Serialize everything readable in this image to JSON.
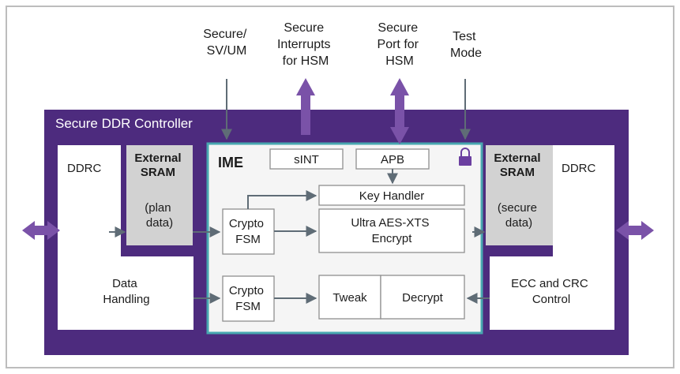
{
  "colors": {
    "controller_purple": "#4d2b7e",
    "arrow_purple": "#7a52a8",
    "ime_teal": "#48a7b0",
    "ime_fill": "#f5f5f5",
    "sram_gray": "#d2d2d2",
    "outline_gray": "#aaaaaa",
    "line_gray": "#5f6c76",
    "lock_purple": "#6b3fa0"
  },
  "top_inputs": {
    "secure_sv_um": [
      "Secure/",
      "SV/UM"
    ],
    "secure_interrupts": [
      "Secure",
      "Interrupts",
      "for HSM"
    ],
    "secure_port": [
      "Secure",
      "Port for",
      "HSM"
    ],
    "test_mode": [
      "Test",
      "Mode"
    ]
  },
  "controller": {
    "title": "Secure DDR Controller"
  },
  "left": {
    "ddrc": "DDRC",
    "data_handling": [
      "Data",
      "Handling"
    ],
    "sram": [
      "External",
      "SRAM",
      "",
      "(plan",
      "data)"
    ]
  },
  "right": {
    "ddrc": "DDRC",
    "ecc_crc": [
      "ECC and CRC",
      "Control"
    ],
    "sram": [
      "External",
      "SRAM",
      "",
      "(secure",
      "data)"
    ]
  },
  "ime": {
    "title": "IME",
    "lock_icon": "lock-icon",
    "sint": "sINT",
    "apb": "APB",
    "key_handler": "Key Handler",
    "crypto_fsm_top": [
      "Crypto",
      "FSM"
    ],
    "encrypt": [
      "Ultra AES-XTS",
      "Encrypt"
    ],
    "crypto_fsm_bottom": [
      "Crypto",
      "FSM"
    ],
    "tweak": "Tweak",
    "decrypt": "Decrypt"
  }
}
